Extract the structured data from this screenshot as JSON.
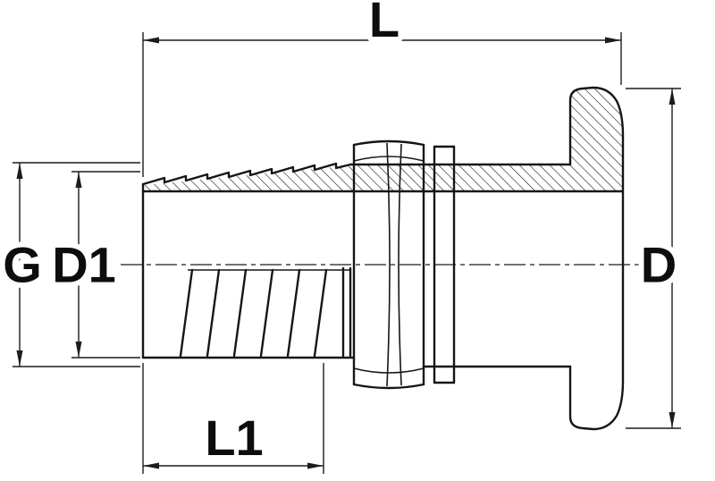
{
  "drawing": {
    "kind": "technical-drawing",
    "subject": "thru-hull hose barb fitting, half-section side view",
    "line_color": "#161616",
    "background_color": "#ffffff"
  },
  "dimensions": {
    "overall_length": {
      "label": "L"
    },
    "barb_length": {
      "label": "L1"
    },
    "thread_size": {
      "label": "G"
    },
    "barb_diameter": {
      "label": "D1"
    },
    "flange_diameter": {
      "label": "D"
    }
  }
}
